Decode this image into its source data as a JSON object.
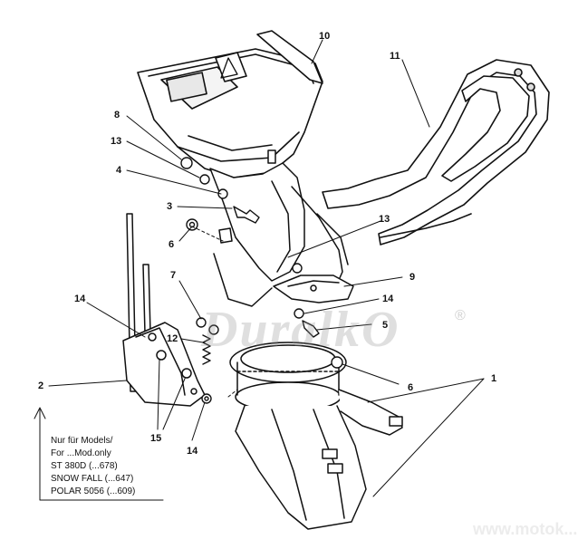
{
  "callouts": {
    "c1": "1",
    "c2": "2",
    "c3": "3",
    "c4": "4",
    "c5": "5",
    "c6a": "6",
    "c6b": "6",
    "c7": "7",
    "c8": "8",
    "c9": "9",
    "c10": "10",
    "c11": "11",
    "c12": "12",
    "c13a": "13",
    "c13b": "13",
    "c14a": "14",
    "c14b": "14",
    "c14c": "14",
    "c15": "15"
  },
  "model_note": {
    "lines": [
      "Nur für Models/",
      "For ...Mod.only",
      "ST 380D (...678)",
      "SNOW FALL (...647)",
      "POLAR 5056 (...609)"
    ]
  },
  "watermark": {
    "text": "DuralkO",
    "registered": "®"
  },
  "corner_watermark": "www.motok..."
}
